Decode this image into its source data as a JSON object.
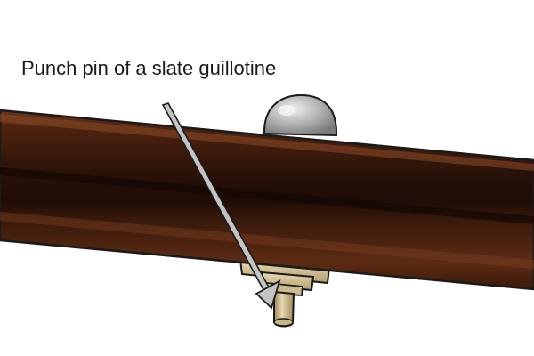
{
  "illustration": {
    "label": "Punch pin of a slate guillotine",
    "icons": [
      "slate-guillotine-bar",
      "punch-pin-knob",
      "punch-pin-icon",
      "pointer-arrow-icon"
    ],
    "colors": {
      "bar_dark": "#2a1208",
      "bar_mid": "#5a2a14",
      "bar_highlight": "#7a3f22",
      "knob_fill": "#b8b8b8",
      "knob_highlight": "#e8e8e8",
      "pin_fill": "#d8c9a0",
      "pin_shadow": "#a8946a",
      "arrow_fill": "#b0b0b0",
      "outline": "#1a1a1a"
    }
  }
}
